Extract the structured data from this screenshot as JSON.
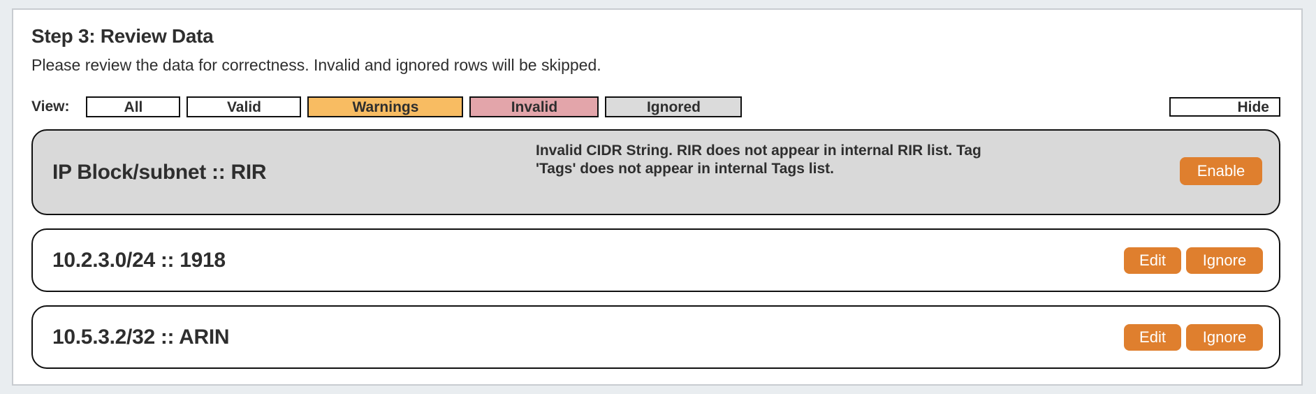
{
  "page": {
    "title": "Step 3: Review Data",
    "subtitle": "Please review the data for correctness. Invalid and ignored rows will be skipped."
  },
  "view_filters": {
    "label": "View:",
    "buttons": [
      {
        "label": "All"
      },
      {
        "label": "Valid"
      },
      {
        "label": "Warnings"
      },
      {
        "label": "Invalid"
      },
      {
        "label": "Ignored"
      }
    ],
    "hide_label": "Hide"
  },
  "header_row": {
    "label": "IP Block/subnet :: RIR",
    "warning": "Invalid CIDR String. RIR does not appear in internal RIR list. Tag 'Tags' does not appear in internal Tags list.",
    "action_label": "Enable"
  },
  "rows": [
    {
      "label": "10.2.3.0/24 :: 1918",
      "actions": [
        "Edit",
        "Ignore"
      ]
    },
    {
      "label": "10.5.3.2/32 :: ARIN",
      "actions": [
        "Edit",
        "Ignore"
      ]
    }
  ],
  "colors": {
    "accent_orange": "#DF7F2E",
    "warnings_filter_bg": "#F8BC62",
    "invalid_filter_bg": "#E3A5AA",
    "ignored_filter_bg": "#DBDBDB",
    "header_row_bg": "#D9D9D9",
    "page_background": "#E9EDF0"
  }
}
